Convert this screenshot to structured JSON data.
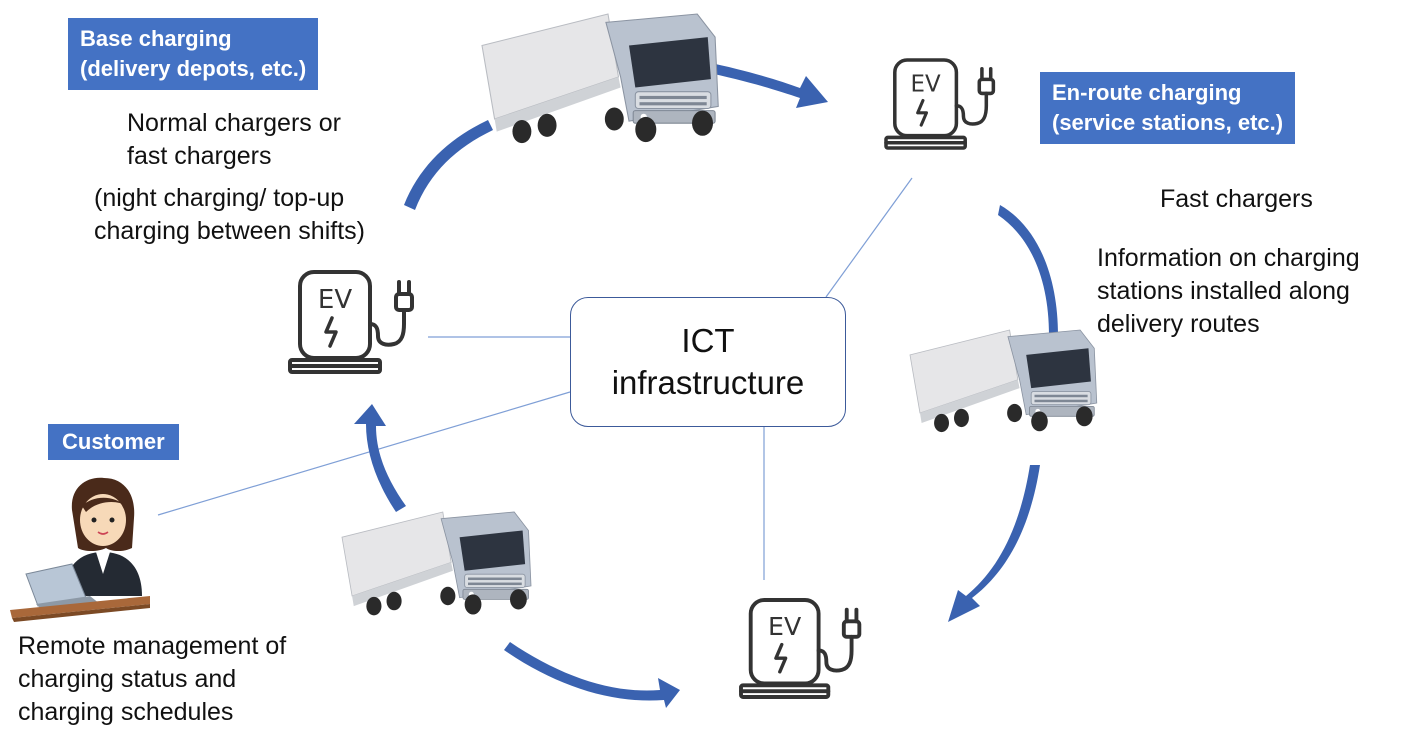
{
  "center": {
    "line1": "ICT",
    "line2": "infrastructure"
  },
  "base_charging": {
    "tag_line1": "Base charging",
    "tag_line2": "(delivery depots, etc.)",
    "desc1_line1": "Normal chargers or",
    "desc1_line2": "fast chargers",
    "desc2_line1": "(night charging/ top-up",
    "desc2_line2": "charging between shifts)"
  },
  "enroute_charging": {
    "tag_line1": "En-route charging",
    "tag_line2": "(service stations, etc.)",
    "desc1": "Fast chargers",
    "desc2_line1": "Information on charging",
    "desc2_line2": "stations installed along",
    "desc2_line3": "delivery routes"
  },
  "customer": {
    "tag": "Customer",
    "desc_line1": "Remote management of",
    "desc_line2": "charging status and",
    "desc_line3": "charging schedules"
  },
  "charger_label": "EV",
  "colors": {
    "tag_bg": "#4472c4",
    "arrow": "#3a62b0",
    "connector": "#7f9fd6"
  }
}
